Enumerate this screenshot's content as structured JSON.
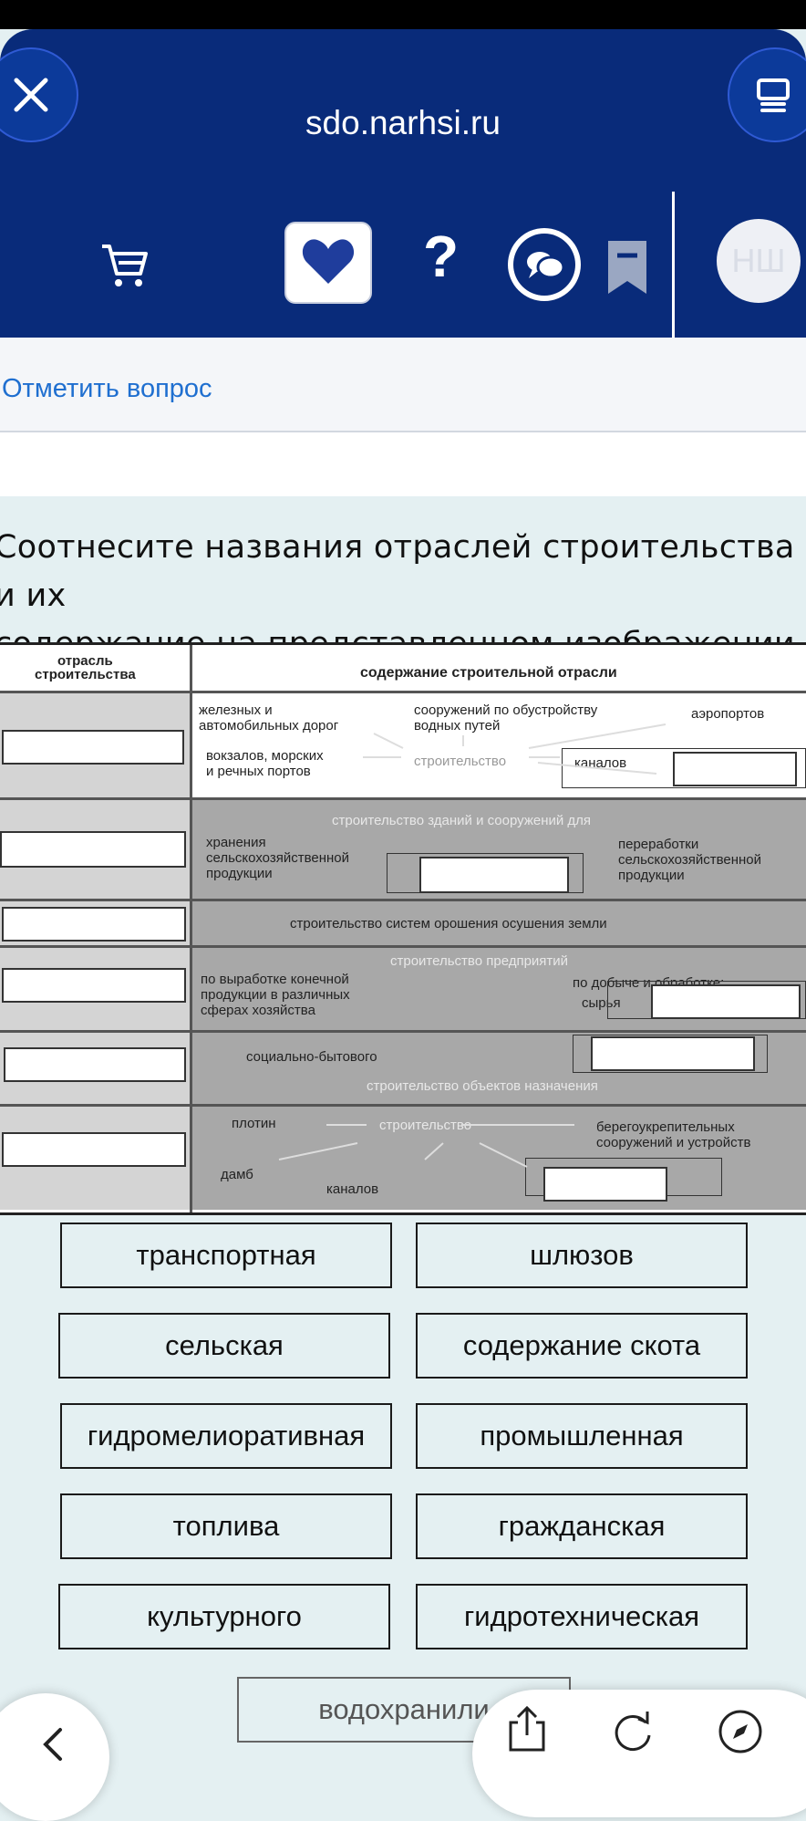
{
  "browser": {
    "url": "sdo.narhsi.ru",
    "close_icon": "close-icon",
    "reader_icon": "reader-icon"
  },
  "toolbar": {
    "cart_icon": "cart-icon",
    "favorite_icon": "heart-icon",
    "help_label": "?",
    "chat_icon": "chat-icon",
    "bookmark_icon": "bookmark-icon",
    "avatar_initials": "НШ"
  },
  "question": {
    "mark_label": "Отметить вопрос",
    "text_line1": "Соотнесите названия отраслей строительства и их",
    "text_line2": "содержание на представленном изображении."
  },
  "table": {
    "header_left_line1": "отрасль",
    "header_left_line2": "строительства",
    "header_right": "содержание строительной отрасли",
    "row1": {
      "t1a": "железных и",
      "t1b": "автомобильных дорог",
      "t2a": "сооружений по обустройству",
      "t2b": "водных путей",
      "t3": "аэропортов",
      "t4a": "вокзалов, морских",
      "t4b": "и речных портов",
      "t5": "строительство",
      "t6": "каналов"
    },
    "row2": {
      "t1": "строительство зданий и сооружений для",
      "t2a": "хранения",
      "t2b": "сельскохозяйственной",
      "t2c": "продукции",
      "t3a": "переработки",
      "t3b": "сельскохозяйственной",
      "t3c": "продукции"
    },
    "row3": {
      "t1": "строительство систем орошения осушения земли"
    },
    "row4": {
      "t1": "строительство предприятий",
      "t2a": "по выработке конечной",
      "t2b": "продукции в различных",
      "t2c": "сферах хозяйства",
      "t3": "по добыче и обработке:",
      "t4": "сырья"
    },
    "row5": {
      "t1": "социально-бытового",
      "t2": "строительство объектов назначения"
    },
    "row6": {
      "t1": "плотин",
      "t2": "строительство",
      "t3a": "берегоукрепительных",
      "t3b": "сооружений и устройств",
      "t4": "дамб",
      "t5": "каналов"
    }
  },
  "options": [
    "транспортная",
    "шлюзов",
    "сельская",
    "содержание скота",
    "гидромелиоративная",
    "промышленная",
    "топлива",
    "гражданская",
    "культурного",
    "гидротехническая",
    "водохранили"
  ],
  "nav": {
    "back_icon": "chevron-left-icon",
    "share_icon": "share-icon",
    "reload_icon": "reload-icon",
    "compass_icon": "compass-icon"
  },
  "colors": {
    "header_bg": "#092b7a",
    "link": "#1f6fd0",
    "page_bg": "#e4f0f2"
  }
}
